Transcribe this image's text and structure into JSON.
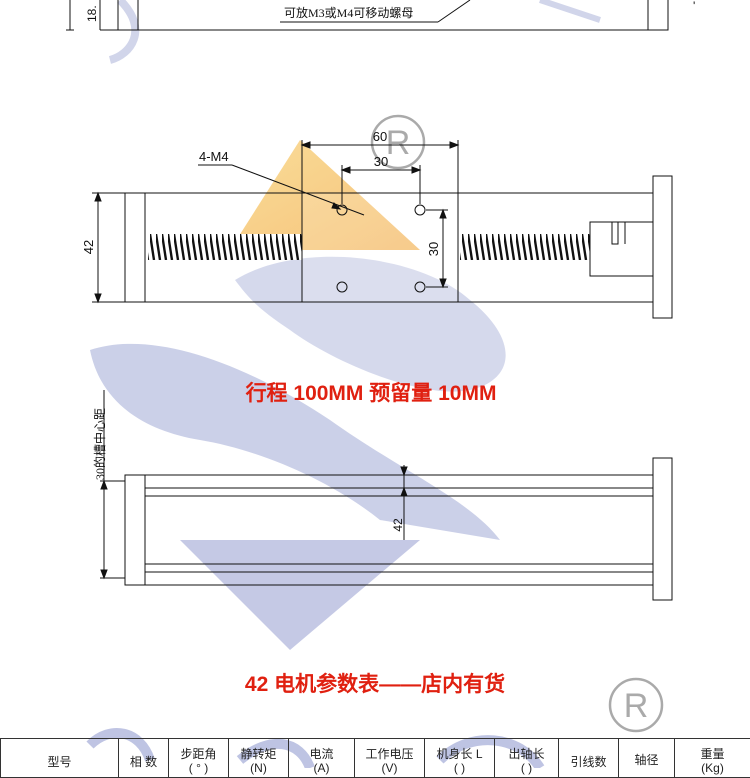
{
  "top_section": {
    "dim_18": "18.",
    "note": "可放M3或M4可移动螺母"
  },
  "registered_mark": "R",
  "front_view": {
    "dim_60": "60",
    "dim_30_top": "30",
    "dim_30_side": "30",
    "dim_42": "42",
    "hole_label": "4-M4"
  },
  "travel_caption": "行程 100MM 预留量 10MM",
  "rail_view": {
    "slot_label": "30的槽中心距",
    "dim_42": "42"
  },
  "params_caption": "42 电机参数表——店内有货",
  "table": {
    "headers": [
      {
        "main": "型号",
        "sub": ""
      },
      {
        "main": "相 数",
        "sub": ""
      },
      {
        "main": "步距角",
        "sub": "( ° )"
      },
      {
        "main": "静转矩",
        "sub": "(N)"
      },
      {
        "main": "电流",
        "sub": "(A)"
      },
      {
        "main": "工作电压",
        "sub": "(V)"
      },
      {
        "main": "机身长 L",
        "sub": "( )"
      },
      {
        "main": "出轴长",
        "sub": "( )"
      },
      {
        "main": "引线数",
        "sub": ""
      },
      {
        "main": "轴径",
        "sub": ""
      },
      {
        "main": "重量",
        "sub": "(Kg)"
      }
    ]
  }
}
